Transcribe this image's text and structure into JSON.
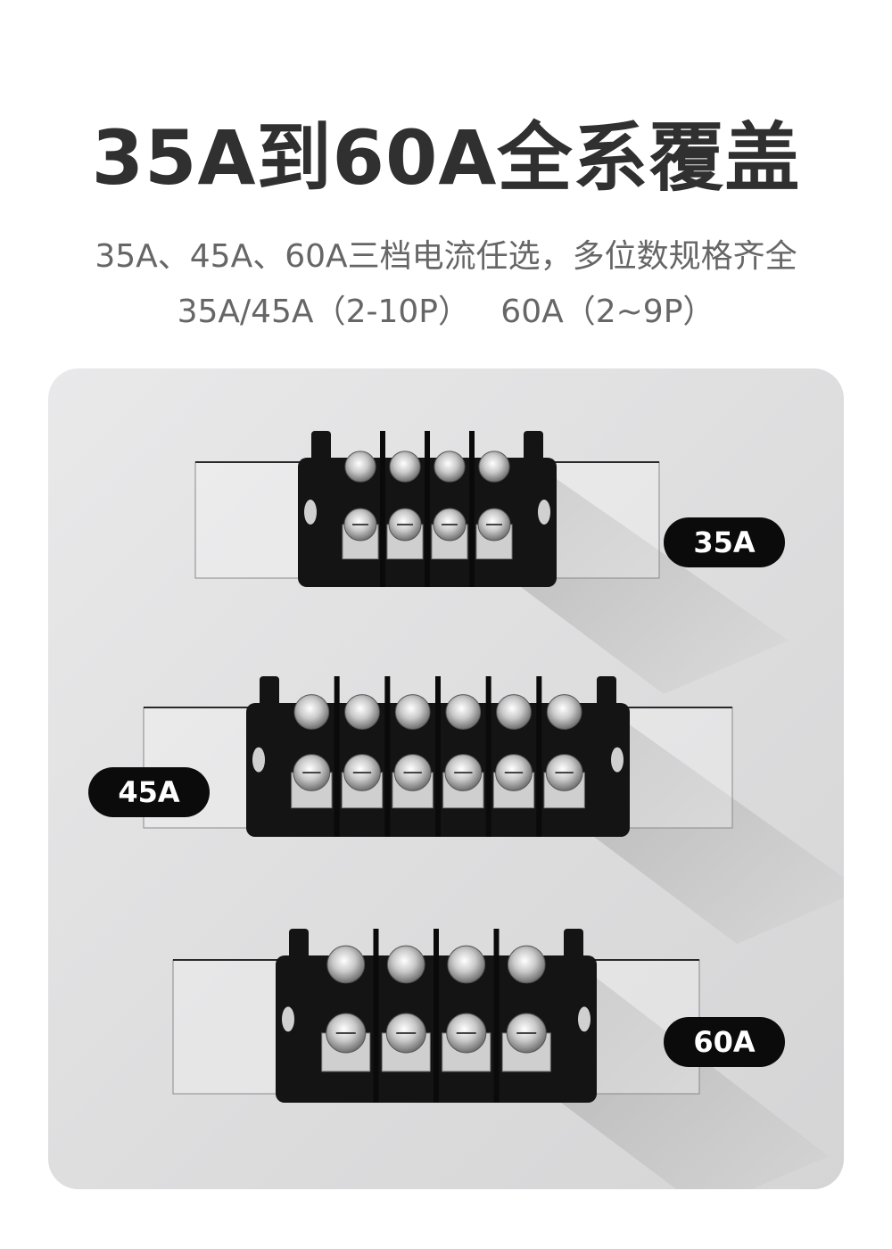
{
  "title": "35A到60A全系覆盖",
  "subtitle_line1": "35A、45A、60A三档电流任选，多位数规格齐全",
  "subtitle_line2": "35A/45A（2-10P）   60A（2~9P）",
  "products": [
    {
      "label": "35A",
      "positions": 4
    },
    {
      "label": "45A",
      "positions": 6
    },
    {
      "label": "60A",
      "positions": 4
    }
  ],
  "colors": {
    "panel": "#dedede",
    "block": "#141414",
    "pill": "#0b0b0b"
  }
}
